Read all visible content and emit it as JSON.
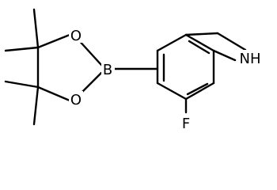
{
  "molecule": {
    "atom_labels": {
      "nh": "NH",
      "b": "B",
      "o_top": "O",
      "o_bottom": "O",
      "f": "F"
    }
  }
}
